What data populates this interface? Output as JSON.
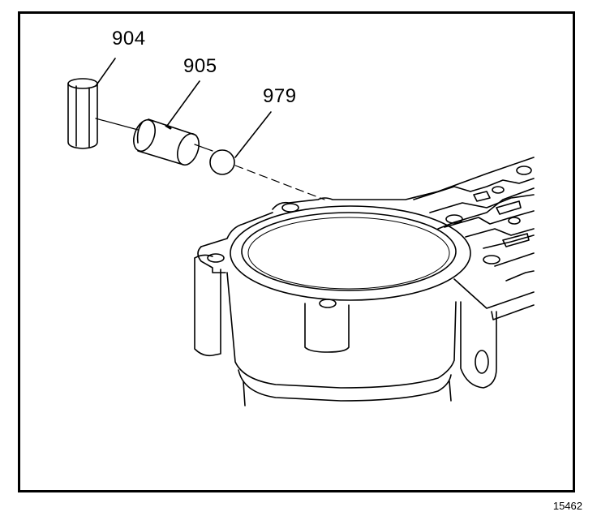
{
  "callouts": {
    "part_904": "904",
    "part_905": "905",
    "part_979": "979"
  },
  "figure_number": "15462"
}
